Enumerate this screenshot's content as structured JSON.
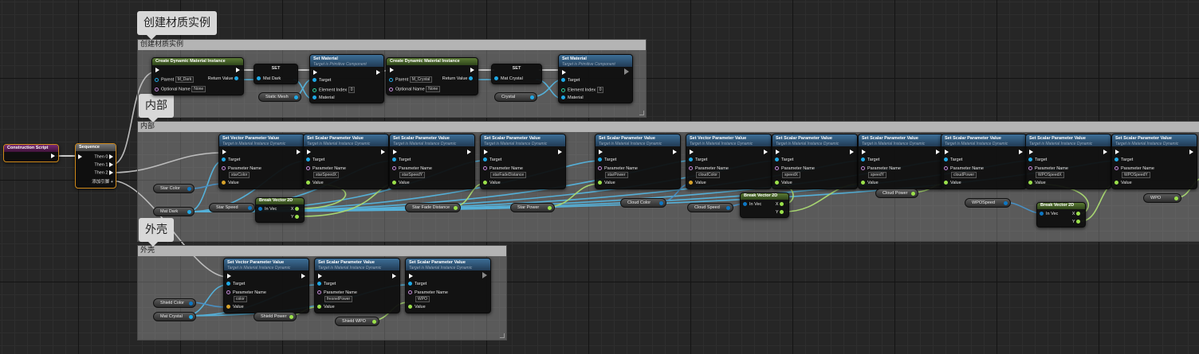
{
  "bubbles": {
    "create": "创建材质实例",
    "inner": "内部",
    "shell": "外壳"
  },
  "comments": {
    "create": "创建材质实例",
    "inner": "内部",
    "shell": "外壳"
  },
  "construction": {
    "title": "Construction Script"
  },
  "sequence": {
    "title": "Sequence",
    "then0": "Then 0",
    "then1": "Then 1",
    "then2": "Then 2",
    "add": "添加引脚"
  },
  "create_nodes": [
    {
      "title": "Create Dynamic Material Instance",
      "parent_label": "Parent",
      "parent_value": "M_Dark",
      "return_label": "Return Value",
      "optional_label": "Optional Name",
      "optional_value": "None"
    },
    {
      "title": "Create Dynamic Material Instance",
      "parent_label": "Parent",
      "parent_value": "M_Crystal",
      "return_label": "Return Value",
      "optional_label": "Optional Name",
      "optional_value": "None"
    }
  ],
  "set_nodes": [
    {
      "title": "SET",
      "pin": "Mat Dark"
    },
    {
      "title": "SET",
      "pin": "Mat Crystal"
    }
  ],
  "set_material": [
    {
      "title": "Set Material",
      "sub": "Target is Primitive Component",
      "target": "Target",
      "elem": "Element Index",
      "elem_value": "0",
      "material": "Material"
    },
    {
      "title": "Set Material",
      "sub": "Target is Primitive Component",
      "target": "Target",
      "elem": "Element Index",
      "elem_value": "0",
      "material": "Material"
    }
  ],
  "vars_create": [
    "Static Mesh",
    "Crystal"
  ],
  "inner_nodes": [
    {
      "title": "Set Vector Parameter Value",
      "param": "starColor"
    },
    {
      "title": "Set Scalar Parameter Value",
      "param": "starSpeedX"
    },
    {
      "title": "Set Scalar Parameter Value",
      "param": "starSpeedY"
    },
    {
      "title": "Set Scalar Parameter Value",
      "param": "starFadeDistance"
    },
    {
      "title": "Set Scalar Parameter Value",
      "param": "starPower"
    },
    {
      "title": "Set Vector Parameter Value",
      "param": "cloudColor"
    },
    {
      "title": "Set Scalar Parameter Value",
      "param": "speedX"
    },
    {
      "title": "Set Scalar Parameter Value",
      "param": "speedY"
    },
    {
      "title": "Set Scalar Parameter Value",
      "param": "cloudPower"
    },
    {
      "title": "Set Scalar Parameter Value",
      "param": "WPOSpeedX"
    },
    {
      "title": "Set Scalar Parameter Value",
      "param": "WPOSpeedY"
    }
  ],
  "shell_nodes": [
    {
      "title": "Set Vector Parameter Value",
      "param": "color"
    },
    {
      "title": "Set Scalar Parameter Value",
      "param": "fresnelPower"
    },
    {
      "title": "Set Scalar Parameter Value",
      "param": "WPO"
    }
  ],
  "common": {
    "sub": "Target is Material Instance Dynamic",
    "target": "Target",
    "param_name": "Parameter Name",
    "value": "Value"
  },
  "break_nodes": [
    {
      "title": "Break Vector 2D",
      "in": "In Vec",
      "x": "X",
      "y": "Y"
    },
    {
      "title": "Break Vector 2D",
      "in": "In Vec",
      "x": "X",
      "y": "Y"
    },
    {
      "title": "Break Vector 2D",
      "in": "In Vec",
      "x": "X",
      "y": "Y"
    }
  ],
  "vars_inner": [
    "Star Color",
    "Mat Dark",
    "Star Speed",
    "Star Fade Distance",
    "Star Power",
    "Cloud Color",
    "Cloud Speed",
    "Cloud Power",
    "WPOSpeed",
    "WPO"
  ],
  "vars_shell": [
    "Shield Color",
    "Mat Crystal",
    "Shield Power",
    "Shield WPO"
  ],
  "colors": {
    "exec_wire": "#ffffff",
    "object_wire": "#1fa9e6",
    "float_wire": "#9be14a",
    "struct_wire": "#0d77c4"
  }
}
